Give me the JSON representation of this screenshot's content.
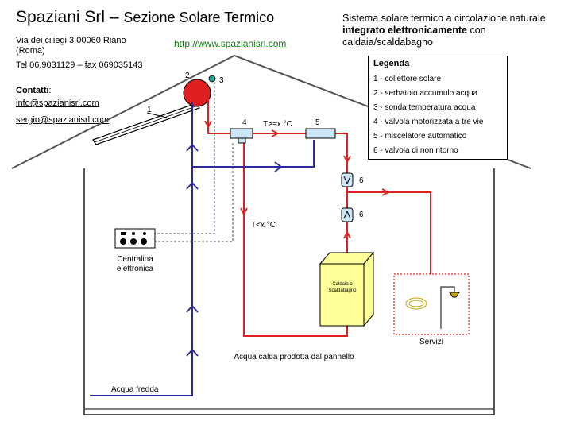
{
  "header": {
    "company": "Spaziani Srl",
    "dash": " – ",
    "section": "Sezione Solare Termico",
    "website": "http://www.spazianisrl.com"
  },
  "contact": {
    "address": "Via dei ciliegi 3 00060 Riano (Roma)",
    "phone": "Tel 06.9031129 – fax 069035143",
    "contacts_label": "Contatti",
    "contacts_colon": ":",
    "email1": "info@spazianisrl.com",
    "email2": "sergio@spazianisrl.com"
  },
  "description": {
    "part1": "Sistema solare termico a circolazione naturale ",
    "bold": "integrato elettronicamente",
    "part2": " con caldaia/scaldabagno"
  },
  "legend": {
    "title": "Legenda",
    "items": [
      "1 - collettore solare",
      "2 - serbatoio accumulo acqua",
      "3 - sonda temperatura acqua",
      "4 - valvola motorizzata a tre vie",
      "5 - miscelatore automatico",
      "6 - valvola di non ritorno"
    ]
  },
  "labels": {
    "n1": "1",
    "n2": "2",
    "n3": "3",
    "n4": "4",
    "n5": "5",
    "n6a": "6",
    "n6b": "6",
    "hot_condition": "T>=x °C",
    "cold_condition": "T<x °C",
    "controller": "Centralina elettronica",
    "boiler": "Caldaia o Scaldabagno",
    "hot_water": "Acqua calda prodotta dal pannello",
    "cold_water": "Acqua fredda",
    "services": "Servizi"
  },
  "colors": {
    "hot": "#e02020",
    "cold": "#2a2a9a",
    "boiler_fill": "#ffff99",
    "valve_fill": "#cce6f5",
    "services_border": "#e02020"
  }
}
